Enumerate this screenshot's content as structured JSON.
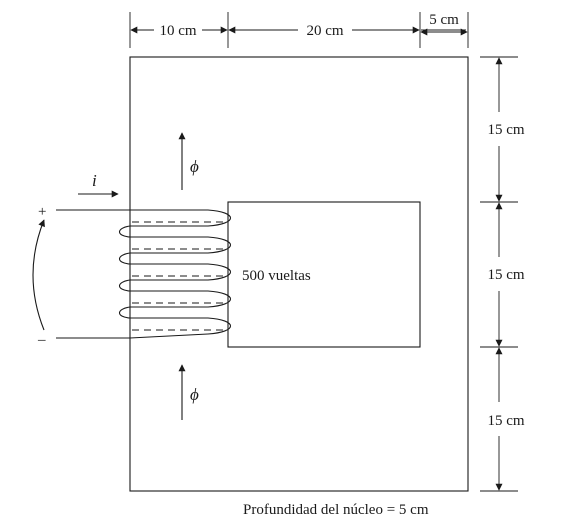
{
  "dimensions": {
    "top_left_width": "10 cm",
    "top_middle_width": "20 cm",
    "top_right_width": "5 cm",
    "right_top_height": "15 cm",
    "right_middle_height": "15 cm",
    "right_bottom_height": "15 cm"
  },
  "labels": {
    "current": "i",
    "flux_top": "ϕ",
    "flux_bottom": "ϕ",
    "plus": "+",
    "minus": "–",
    "turns": "500 vueltas",
    "core_depth": "Profundidad del núcleo = 5 cm"
  }
}
